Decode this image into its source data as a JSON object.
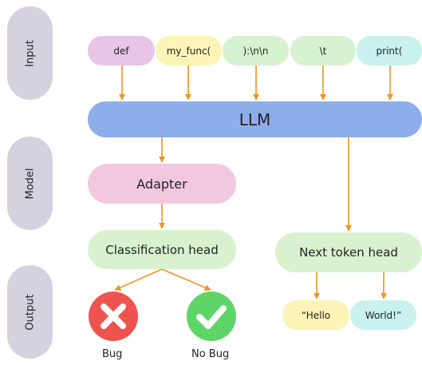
{
  "stages": [
    {
      "id": "input",
      "label": "Input"
    },
    {
      "id": "model",
      "label": "Model"
    },
    {
      "id": "output",
      "label": "Output"
    }
  ],
  "tokens": [
    {
      "text": "def",
      "color": "#e8c4e6"
    },
    {
      "text": "my_func(",
      "color": "#fbf4b6"
    },
    {
      "text": "):\\n\\n",
      "color": "#d7f2cf"
    },
    {
      "text": "\\t",
      "color": "#d7f2cf"
    },
    {
      "text": "print(",
      "color": "#c9f1ef"
    }
  ],
  "llm": {
    "label": "LLM",
    "color": "#8daeea"
  },
  "adapter": {
    "label": "Adapter",
    "color": "#f2c8df"
  },
  "classification_head": {
    "label": "Classification head",
    "color": "#d8f2cf"
  },
  "next_token_head": {
    "label": "Next token head",
    "color": "#d8f2cf"
  },
  "outputs": {
    "bug": {
      "label": "Bug",
      "icon": "x-circle-icon",
      "color": "#ef5350"
    },
    "no_bug": {
      "label": "No Bug",
      "icon": "check-circle-icon",
      "color": "#5fd468"
    },
    "tokens": [
      {
        "text": "“Hello",
        "color": "#fbf4b6"
      },
      {
        "text": "World!”",
        "color": "#c9f1ef"
      }
    ]
  },
  "colors": {
    "arrow": "#f2931e",
    "stage_pill": "#d6d1df"
  }
}
